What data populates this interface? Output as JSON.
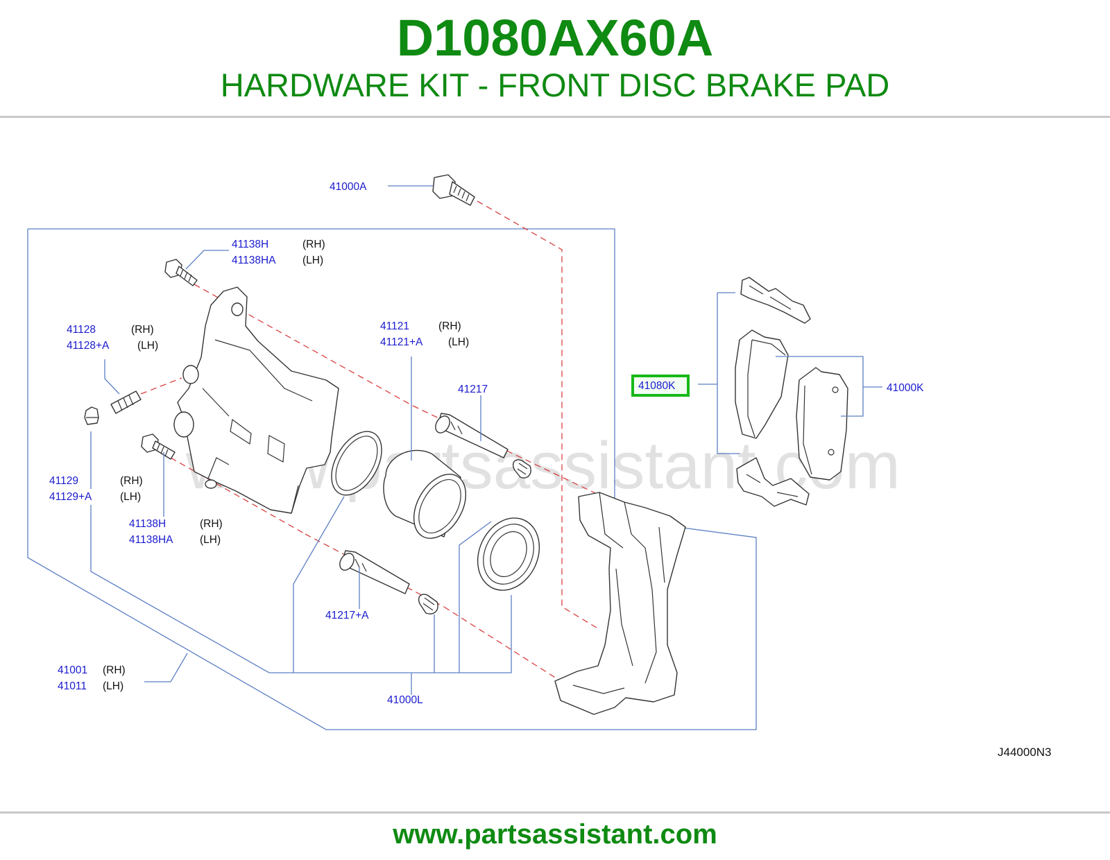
{
  "header": {
    "part_number": "D1080AX60A",
    "title": "HARDWARE KIT - FRONT DISC BRAKE PAD"
  },
  "diagram": {
    "watermark": "www.partsassistant.com",
    "figure_ref": "J44000N3",
    "highlight_color": "#17b81a",
    "callouts": {
      "bolt_41000A": "41000A",
      "bolt_top_rh": "41138H",
      "bolt_top_lh": "41138HA",
      "bleeder_rh": "41128",
      "bleeder_lh": "41128+A",
      "piston_rh": "41121",
      "piston_lh": "41121+A",
      "pin_upper": "41217",
      "cap_rh": "41129",
      "cap_lh": "41129+A",
      "bolt_low_rh": "41138H",
      "bolt_low_lh": "41138HA",
      "pin_lower": "41217+A",
      "caliper_rh": "41001",
      "caliper_lh": "41011",
      "seal_kit": "41000L",
      "hardware_kit": "41080K",
      "pad_kit": "41000K"
    },
    "sides": {
      "rh": "(RH)",
      "lh": "(LH)"
    }
  },
  "footer": {
    "url": "www.partsassistant.com"
  }
}
